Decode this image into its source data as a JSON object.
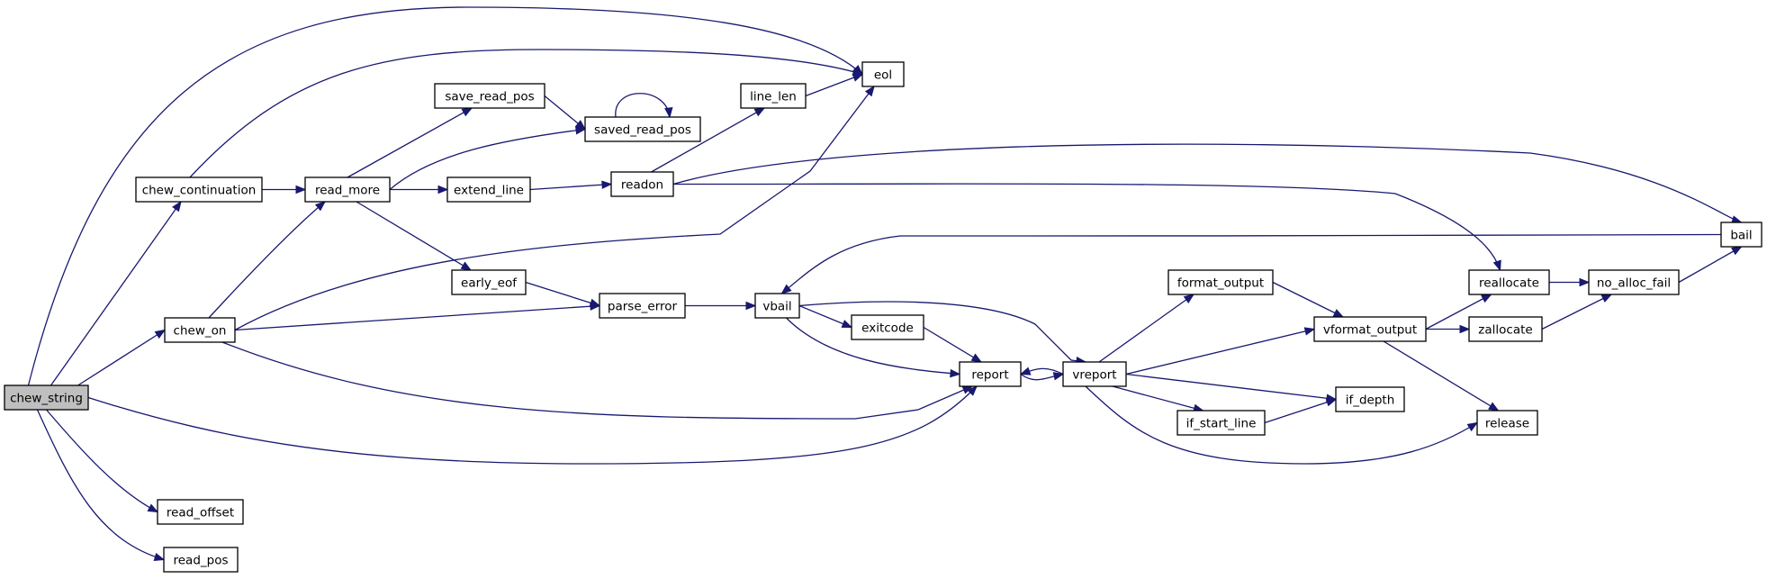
{
  "diagram": {
    "type": "call-graph",
    "colors": {
      "edge": "#191970",
      "node_border": "#000000",
      "root_fill": "#bfbfbf",
      "node_fill": "#ffffff"
    },
    "nodes": [
      {
        "id": "chew_string",
        "label": "chew_string",
        "root": true
      },
      {
        "id": "chew_continuation",
        "label": "chew_continuation"
      },
      {
        "id": "chew_on",
        "label": "chew_on"
      },
      {
        "id": "read_offset",
        "label": "read_offset"
      },
      {
        "id": "read_pos",
        "label": "read_pos"
      },
      {
        "id": "read_more",
        "label": "read_more"
      },
      {
        "id": "save_read_pos",
        "label": "save_read_pos"
      },
      {
        "id": "saved_read_pos",
        "label": "saved_read_pos"
      },
      {
        "id": "extend_line",
        "label": "extend_line"
      },
      {
        "id": "early_eof",
        "label": "early_eof"
      },
      {
        "id": "parse_error",
        "label": "parse_error"
      },
      {
        "id": "line_len",
        "label": "line_len"
      },
      {
        "id": "readon",
        "label": "readon"
      },
      {
        "id": "eol",
        "label": "eol"
      },
      {
        "id": "vbail",
        "label": "vbail"
      },
      {
        "id": "exitcode",
        "label": "exitcode"
      },
      {
        "id": "report",
        "label": "report"
      },
      {
        "id": "vreport",
        "label": "vreport"
      },
      {
        "id": "format_output",
        "label": "format_output"
      },
      {
        "id": "vformat_output",
        "label": "vformat_output"
      },
      {
        "id": "if_start_line",
        "label": "if_start_line"
      },
      {
        "id": "if_depth",
        "label": "if_depth"
      },
      {
        "id": "reallocate",
        "label": "reallocate"
      },
      {
        "id": "zallocate",
        "label": "zallocate"
      },
      {
        "id": "release",
        "label": "release"
      },
      {
        "id": "no_alloc_fail",
        "label": "no_alloc_fail"
      },
      {
        "id": "bail",
        "label": "bail"
      }
    ],
    "edges": [
      [
        "chew_string",
        "eol"
      ],
      [
        "chew_string",
        "chew_continuation"
      ],
      [
        "chew_string",
        "chew_on"
      ],
      [
        "chew_string",
        "report"
      ],
      [
        "chew_string",
        "read_offset"
      ],
      [
        "chew_string",
        "read_pos"
      ],
      [
        "chew_continuation",
        "eol"
      ],
      [
        "chew_continuation",
        "read_more"
      ],
      [
        "chew_on",
        "read_more"
      ],
      [
        "chew_on",
        "eol"
      ],
      [
        "chew_on",
        "parse_error"
      ],
      [
        "chew_on",
        "report"
      ],
      [
        "read_more",
        "save_read_pos"
      ],
      [
        "read_more",
        "saved_read_pos"
      ],
      [
        "read_more",
        "extend_line"
      ],
      [
        "read_more",
        "early_eof"
      ],
      [
        "save_read_pos",
        "saved_read_pos"
      ],
      [
        "saved_read_pos",
        "saved_read_pos"
      ],
      [
        "extend_line",
        "readon"
      ],
      [
        "readon",
        "line_len"
      ],
      [
        "readon",
        "bail"
      ],
      [
        "readon",
        "reallocate"
      ],
      [
        "line_len",
        "eol"
      ],
      [
        "early_eof",
        "parse_error"
      ],
      [
        "parse_error",
        "vbail"
      ],
      [
        "vbail",
        "exitcode"
      ],
      [
        "vbail",
        "report"
      ],
      [
        "vbail",
        "vreport"
      ],
      [
        "exitcode",
        "report"
      ],
      [
        "report",
        "vreport"
      ],
      [
        "vreport",
        "report"
      ],
      [
        "vreport",
        "format_output"
      ],
      [
        "vreport",
        "vformat_output"
      ],
      [
        "vreport",
        "if_depth"
      ],
      [
        "vreport",
        "if_start_line"
      ],
      [
        "vreport",
        "release"
      ],
      [
        "format_output",
        "vformat_output"
      ],
      [
        "vformat_output",
        "reallocate"
      ],
      [
        "vformat_output",
        "zallocate"
      ],
      [
        "vformat_output",
        "release"
      ],
      [
        "if_start_line",
        "if_depth"
      ],
      [
        "reallocate",
        "no_alloc_fail"
      ],
      [
        "zallocate",
        "no_alloc_fail"
      ],
      [
        "no_alloc_fail",
        "bail"
      ],
      [
        "bail",
        "vbail"
      ]
    ]
  }
}
